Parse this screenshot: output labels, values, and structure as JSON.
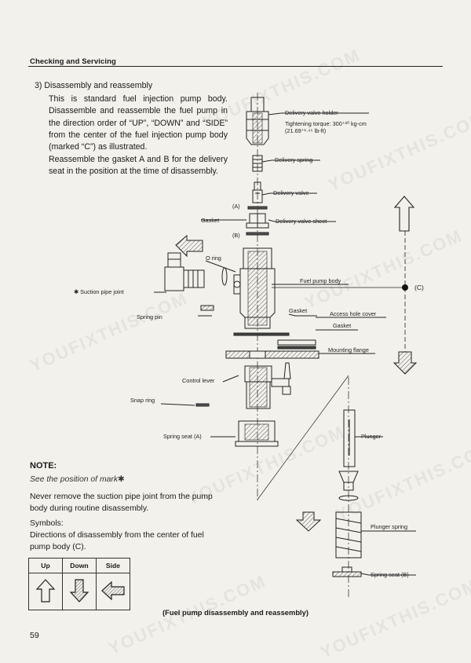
{
  "header": {
    "title": "Checking and Servicing"
  },
  "section": {
    "heading": "3)  Disassembly and reassembly",
    "paragraph1": "This is standard fuel injection pump body. Disassemble and reassemble the fuel pump in the direction order of “UP”, “DOWN” and “SIDE” from the center of the fuel injection pump body (marked “C”) as illustrated.",
    "paragraph2": "Reassemble the gasket A and B for the delivery seat in the position at the time of disassembly."
  },
  "figure": {
    "labels": {
      "delivery_valve_holder": "Delivery valve holder",
      "tightening_torque": "Tightening torque: 300⁺²⁰ kg-cm",
      "torque_lbft": "(21.69⁺¹·⁴⁵ lb-ft)",
      "delivery_spring": "Delivery spring",
      "delivery_valve": "Delivery valve",
      "gasket_a": "(A)",
      "gasket": "Gasket",
      "delivery_valve_sheet": "Delivery valve sheet",
      "gasket_b": "(B)",
      "o_ring": "O ring",
      "suction_pipe_joint": "✱ Suction pipe joint",
      "fuel_pump_body": "Fuel pump body",
      "center_mark": "(C)",
      "spring_pin": "Spring pin",
      "gasket_lower": "Gasket",
      "access_hole_cover": "Access hole cover",
      "gasket_right": "Gasket",
      "mounting_flange": "Mounting flange",
      "control_lever": "Control lever",
      "snap_ring": "Snap ring",
      "spring_seat_a": "Spring seat (A)",
      "plunger": "Plunger",
      "plunger_spring": "Plunger spring",
      "spring_seat_b": "Spring seat (B)"
    },
    "caption": "(Fuel pump disassembly and reassembly)"
  },
  "note": {
    "title": "NOTE:",
    "mark_text": "See the position of mark✱",
    "warning": "Never remove the suction pipe joint from the pump body during routine disassembly.",
    "symbols_label": "Symbols:",
    "directions": "Directions of disassembly from the center of fuel pump body (C).",
    "symbols": {
      "up": "Up",
      "down": "Down",
      "side": "Side"
    }
  },
  "icons": {
    "up": "up-arrow-icon",
    "down": "down-arrow-icon",
    "side": "left-arrow-icon"
  },
  "page_number": "59",
  "watermark": "YOUFIXTHIS.COM"
}
